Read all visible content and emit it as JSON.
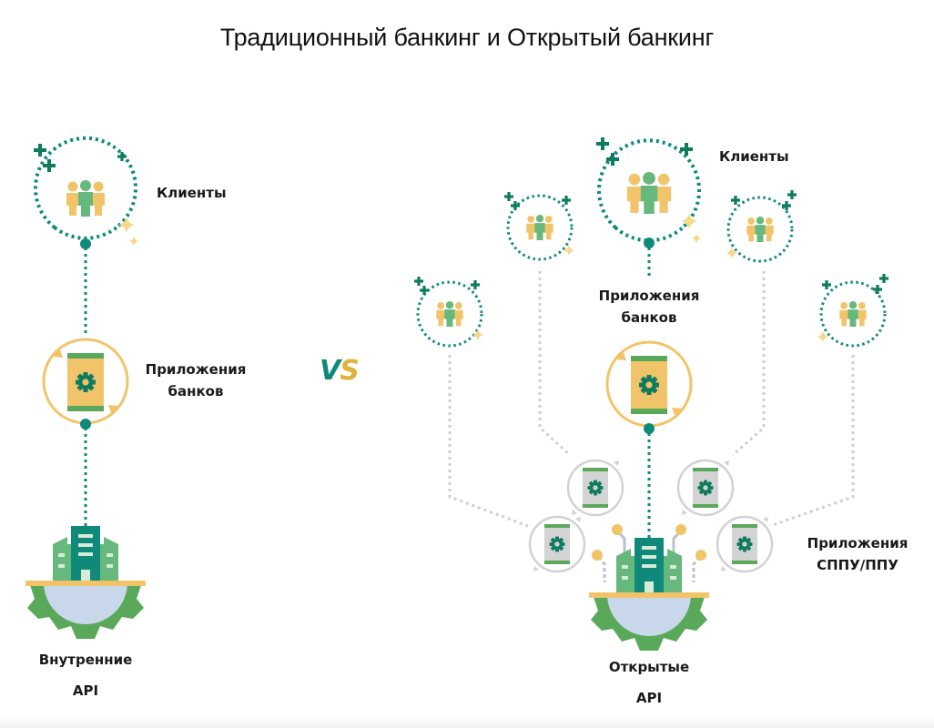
{
  "title": "Традиционный банкинг и Открытый банкинг",
  "vs": {
    "v": "V",
    "s": "S"
  },
  "traditional": {
    "clients_label": "Клиенты",
    "bank_apps_label": [
      "Приложения",
      "банков"
    ],
    "api_label": [
      "Внутренние",
      "API"
    ]
  },
  "open": {
    "clients_label": "Клиенты",
    "bank_apps_label": [
      "Приложения",
      "банков"
    ],
    "third_party_label": [
      "Приложения",
      "СППУ/ППУ"
    ],
    "api_label": [
      "Открытые",
      "API"
    ]
  },
  "colors": {
    "teal_dark": "#0f7b5e",
    "teal": "#0f8a7a",
    "green": "#67b87c",
    "green_gear": "#5aa85a",
    "yellow": "#f2c46a",
    "yellow_light": "#f6d98a",
    "gray": "#cccccc",
    "lavender": "#c9d7ea"
  },
  "icons": {
    "clients": "people-group-icon",
    "bank_app": "phone-gear-icon",
    "api": "building-gear-icon",
    "plus": "plus-icon",
    "sparkle": "sparkle-icon"
  }
}
